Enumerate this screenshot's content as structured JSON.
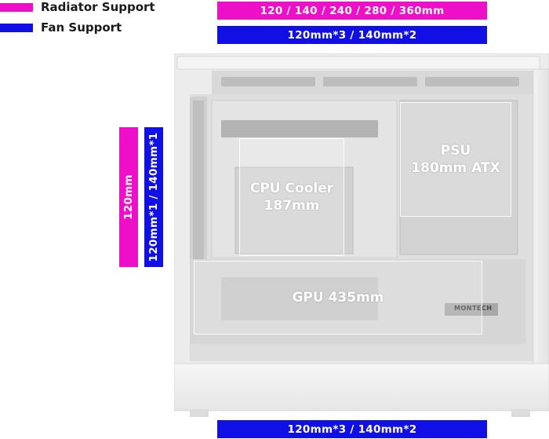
{
  "legend": [
    {
      "label": "Radiator Support",
      "color": "#ee10c8"
    },
    {
      "label": "Fan Support",
      "color": "#1010e6"
    }
  ],
  "top_radiator": "120 / 140 / 240 / 280 / 360mm",
  "top_fan": "120mm*3 / 140mm*2",
  "rear_radiator": "120mm",
  "rear_fan": "120mm*1 / 140mm*1",
  "bottom_fan": "120mm*3 / 140mm*2",
  "cpu_cooler": {
    "title": "CPU Cooler",
    "value": "187mm"
  },
  "psu": {
    "title": "PSU",
    "value": "180mm ATX"
  },
  "gpu": {
    "label": "GPU 435mm"
  },
  "brand": "MONTECH"
}
